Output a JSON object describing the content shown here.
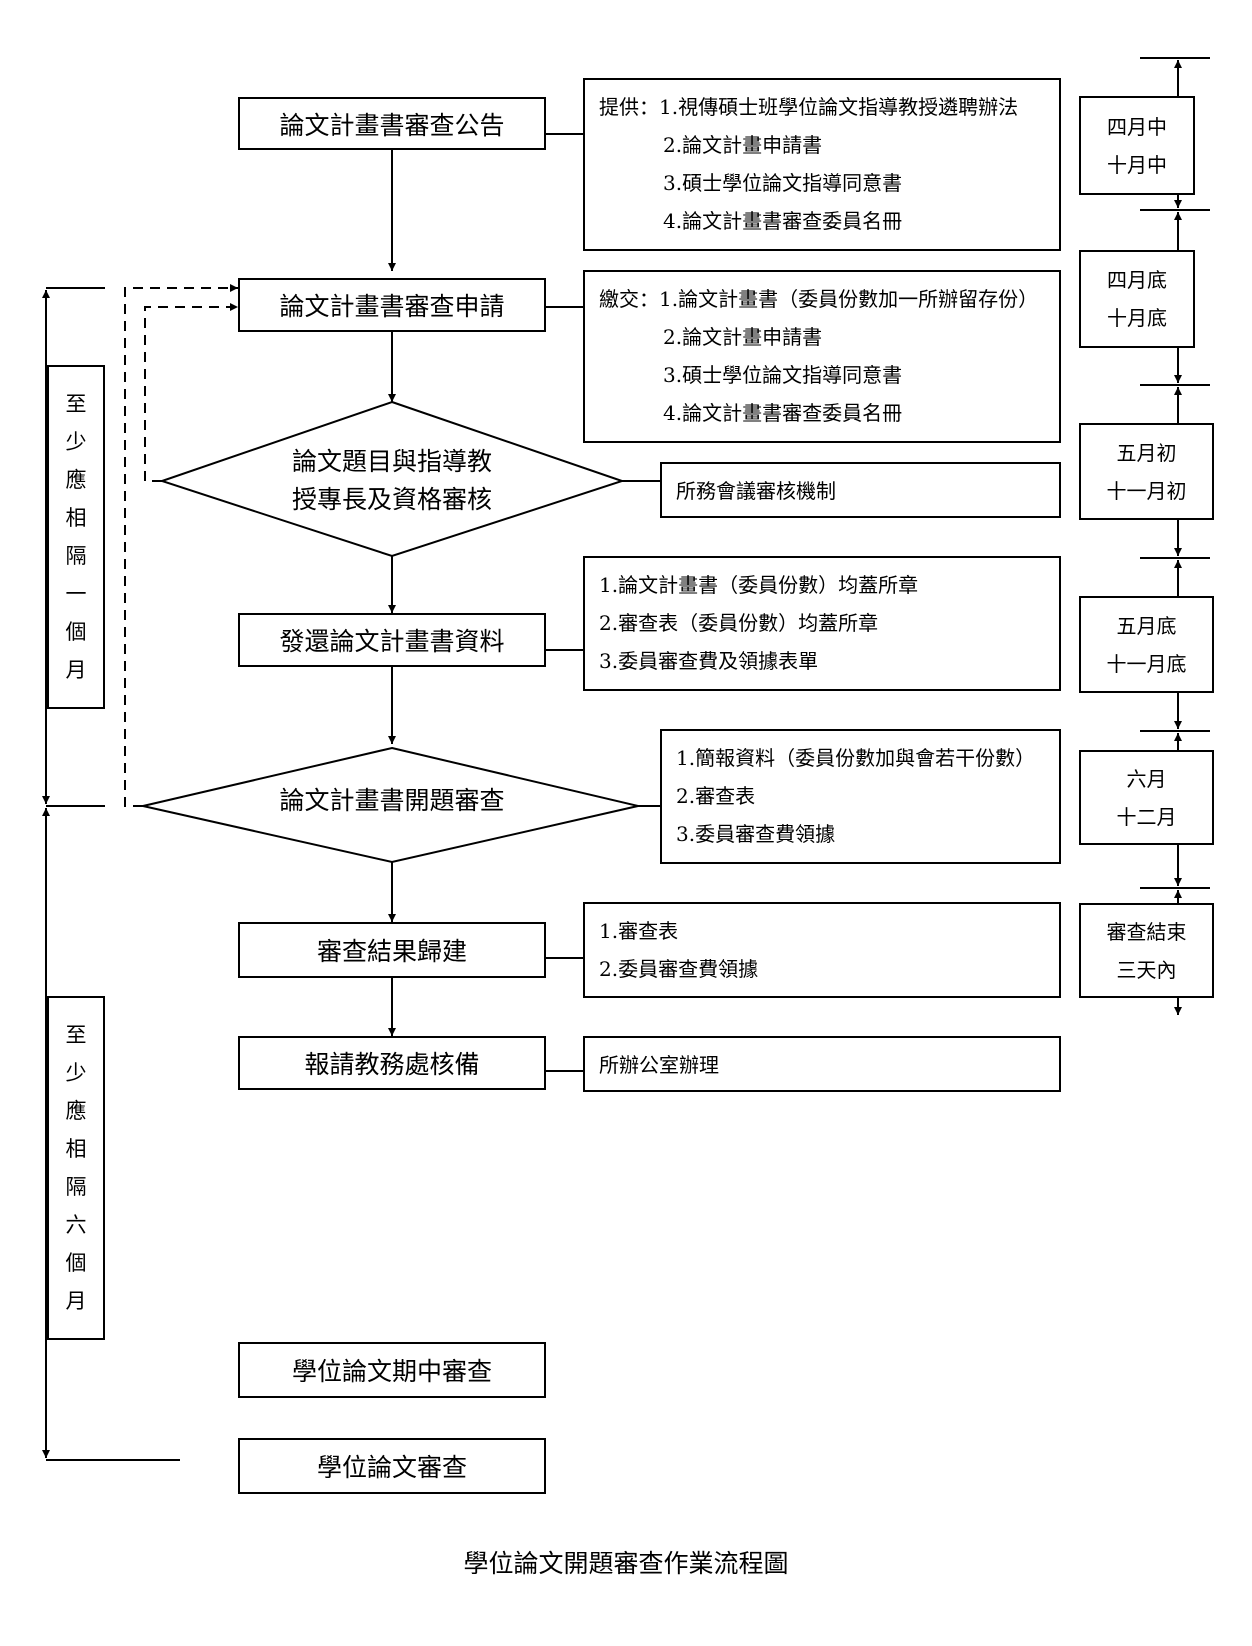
{
  "steps": {
    "announce": "論文計畫書審查公告",
    "apply": "論文計畫書審查申請",
    "qualify": [
      "論文題目與指導教",
      "授專長及資格審核"
    ],
    "return_docs": "發還論文計畫書資料",
    "oral_review": "論文計畫書開題審查",
    "result": "審查結果歸建",
    "report": "報請教務處核備",
    "midterm": "學位論文期中審查",
    "final": "學位論文審查"
  },
  "notes": {
    "announce": [
      "提供：1.視傳碩士班學位論文指導教授遴聘辦法",
      "2.論文計畫申請書",
      "3.碩士學位論文指導同意書",
      "4.論文計畫書審查委員名冊"
    ],
    "apply": [
      "繳交：1.論文計畫書（委員份數加一所辦留存份）",
      "2.論文計畫申請書",
      "3.碩士學位論文指導同意書",
      "4.論文計畫書審查委員名冊"
    ],
    "qualify": "所務會議審核機制",
    "return_docs": [
      "1.論文計畫書（委員份數）均蓋所章",
      "2.審查表（委員份數）均蓋所章",
      "3.委員審查費及領據表單"
    ],
    "oral_review": [
      "1.簡報資料（委員份數加與會若干份數）",
      "2.審查表",
      "3.委員審查費領據"
    ],
    "result": [
      "1.審查表",
      "2.委員審查費領據"
    ],
    "report": "所辦公室辦理"
  },
  "timeline": [
    [
      "四月中",
      "十月中"
    ],
    [
      "四月底",
      "十月底"
    ],
    [
      "五月初",
      "十一月初"
    ],
    [
      "五月底",
      "十一月底"
    ],
    [
      "六月",
      "十二月"
    ],
    [
      "審查結束",
      "三天內"
    ]
  ],
  "intervals": {
    "one_month": "至少應相隔一個月",
    "six_months": "至少應相隔六個月"
  },
  "caption": "學位論文開題審查作業流程圖"
}
